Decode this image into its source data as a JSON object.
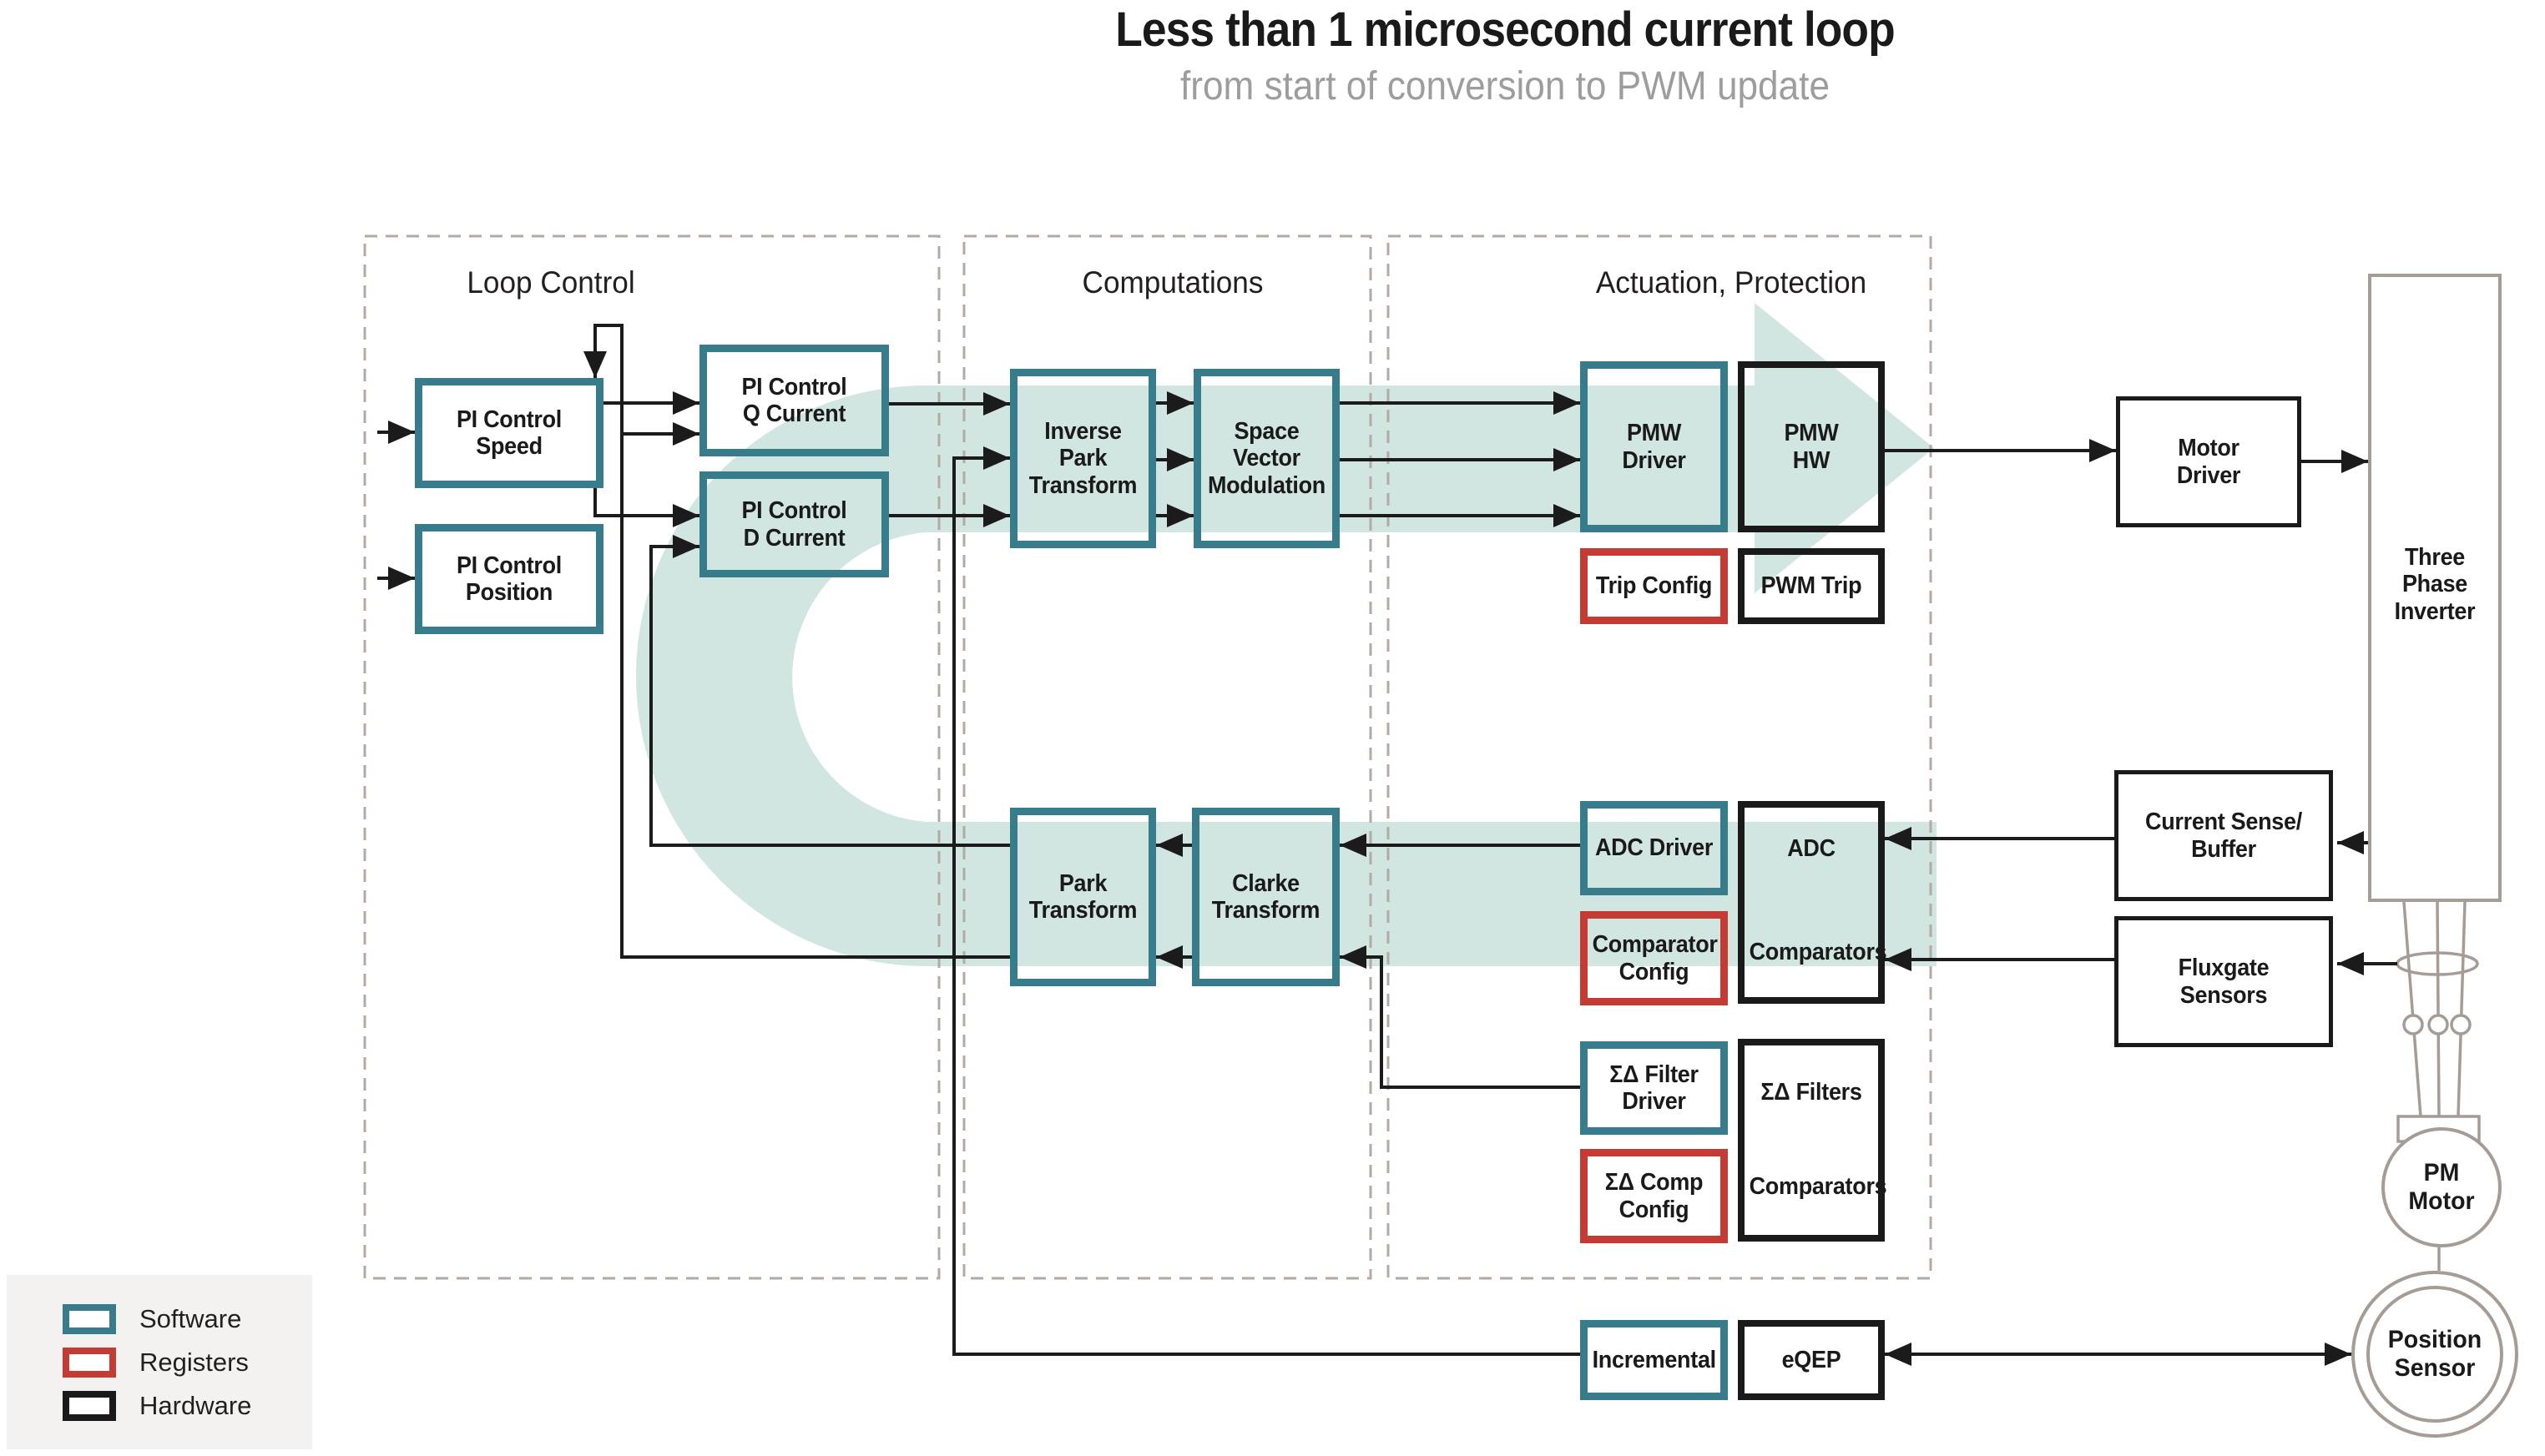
{
  "title": {
    "main": "Less than 1 microsecond current loop",
    "subtitle": "from start of conversion to PWM update"
  },
  "sections": {
    "loop_control": "Loop Control",
    "computations": "Computations",
    "actuation": "Actuation, Protection"
  },
  "blocks": {
    "pi_speed": {
      "label": "PI Control\nSpeed",
      "type": "software"
    },
    "pi_position": {
      "label": "PI Control\nPosition",
      "type": "software"
    },
    "pi_q": {
      "label": "PI Control\nQ Current",
      "type": "software"
    },
    "pi_d": {
      "label": "PI Control\nD Current",
      "type": "software"
    },
    "inverse_park": {
      "label": "Inverse\nPark\nTransform",
      "type": "software"
    },
    "svm": {
      "label": "Space\nVector\nModulation",
      "type": "software"
    },
    "park": {
      "label": "Park\nTransform",
      "type": "software"
    },
    "clarke": {
      "label": "Clarke\nTransform",
      "type": "software"
    },
    "pmw_driver": {
      "label": "PMW\nDriver",
      "type": "software"
    },
    "pmw_hw": {
      "label": "PMW\nHW",
      "type": "hardware"
    },
    "trip_config": {
      "label": "Trip Config",
      "type": "registers"
    },
    "pwm_trip": {
      "label": "PWM Trip",
      "type": "hardware"
    },
    "adc_driver": {
      "label": "ADC Driver",
      "type": "software"
    },
    "comparator_config": {
      "label": "Comparator\nConfig",
      "type": "registers"
    },
    "adc_hw": {
      "label_top": "ADC",
      "label_bottom": "Comparators",
      "type": "hardware"
    },
    "sd_filter_driver": {
      "label": "ΣΔ Filter\nDriver",
      "type": "software"
    },
    "sd_comp_config": {
      "label": "ΣΔ Comp\nConfig",
      "type": "registers"
    },
    "sd_hw": {
      "label_top": "ΣΔ Filters",
      "label_bottom": "Comparators",
      "type": "hardware"
    },
    "incremental": {
      "label": "Incremental",
      "type": "software"
    },
    "eqep": {
      "label": "eQEP",
      "type": "hardware"
    },
    "motor_driver": {
      "label": "Motor\nDriver",
      "type": "hardware"
    },
    "inverter": {
      "label": "Three\nPhase\nInverter",
      "type": "hardware"
    },
    "current_sense": {
      "label": "Current Sense/\nBuffer",
      "type": "hardware"
    },
    "fluxgate": {
      "label": "Fluxgate\nSensors",
      "type": "hardware"
    },
    "pm_motor": {
      "label": "PM\nMotor",
      "type": "hardware"
    },
    "position_sensor": {
      "label": "Position\nSensor",
      "type": "hardware"
    }
  },
  "legend": {
    "items": [
      {
        "label": "Software",
        "type": "software"
      },
      {
        "label": "Registers",
        "type": "registers"
      },
      {
        "label": "Hardware",
        "type": "hardware"
      }
    ]
  },
  "colors": {
    "software": "#367c8b",
    "registers": "#c33b32",
    "hardware": "#1a1a1a",
    "flow_band": "#d1e5e1",
    "hardware_gray": "#a59c96"
  }
}
